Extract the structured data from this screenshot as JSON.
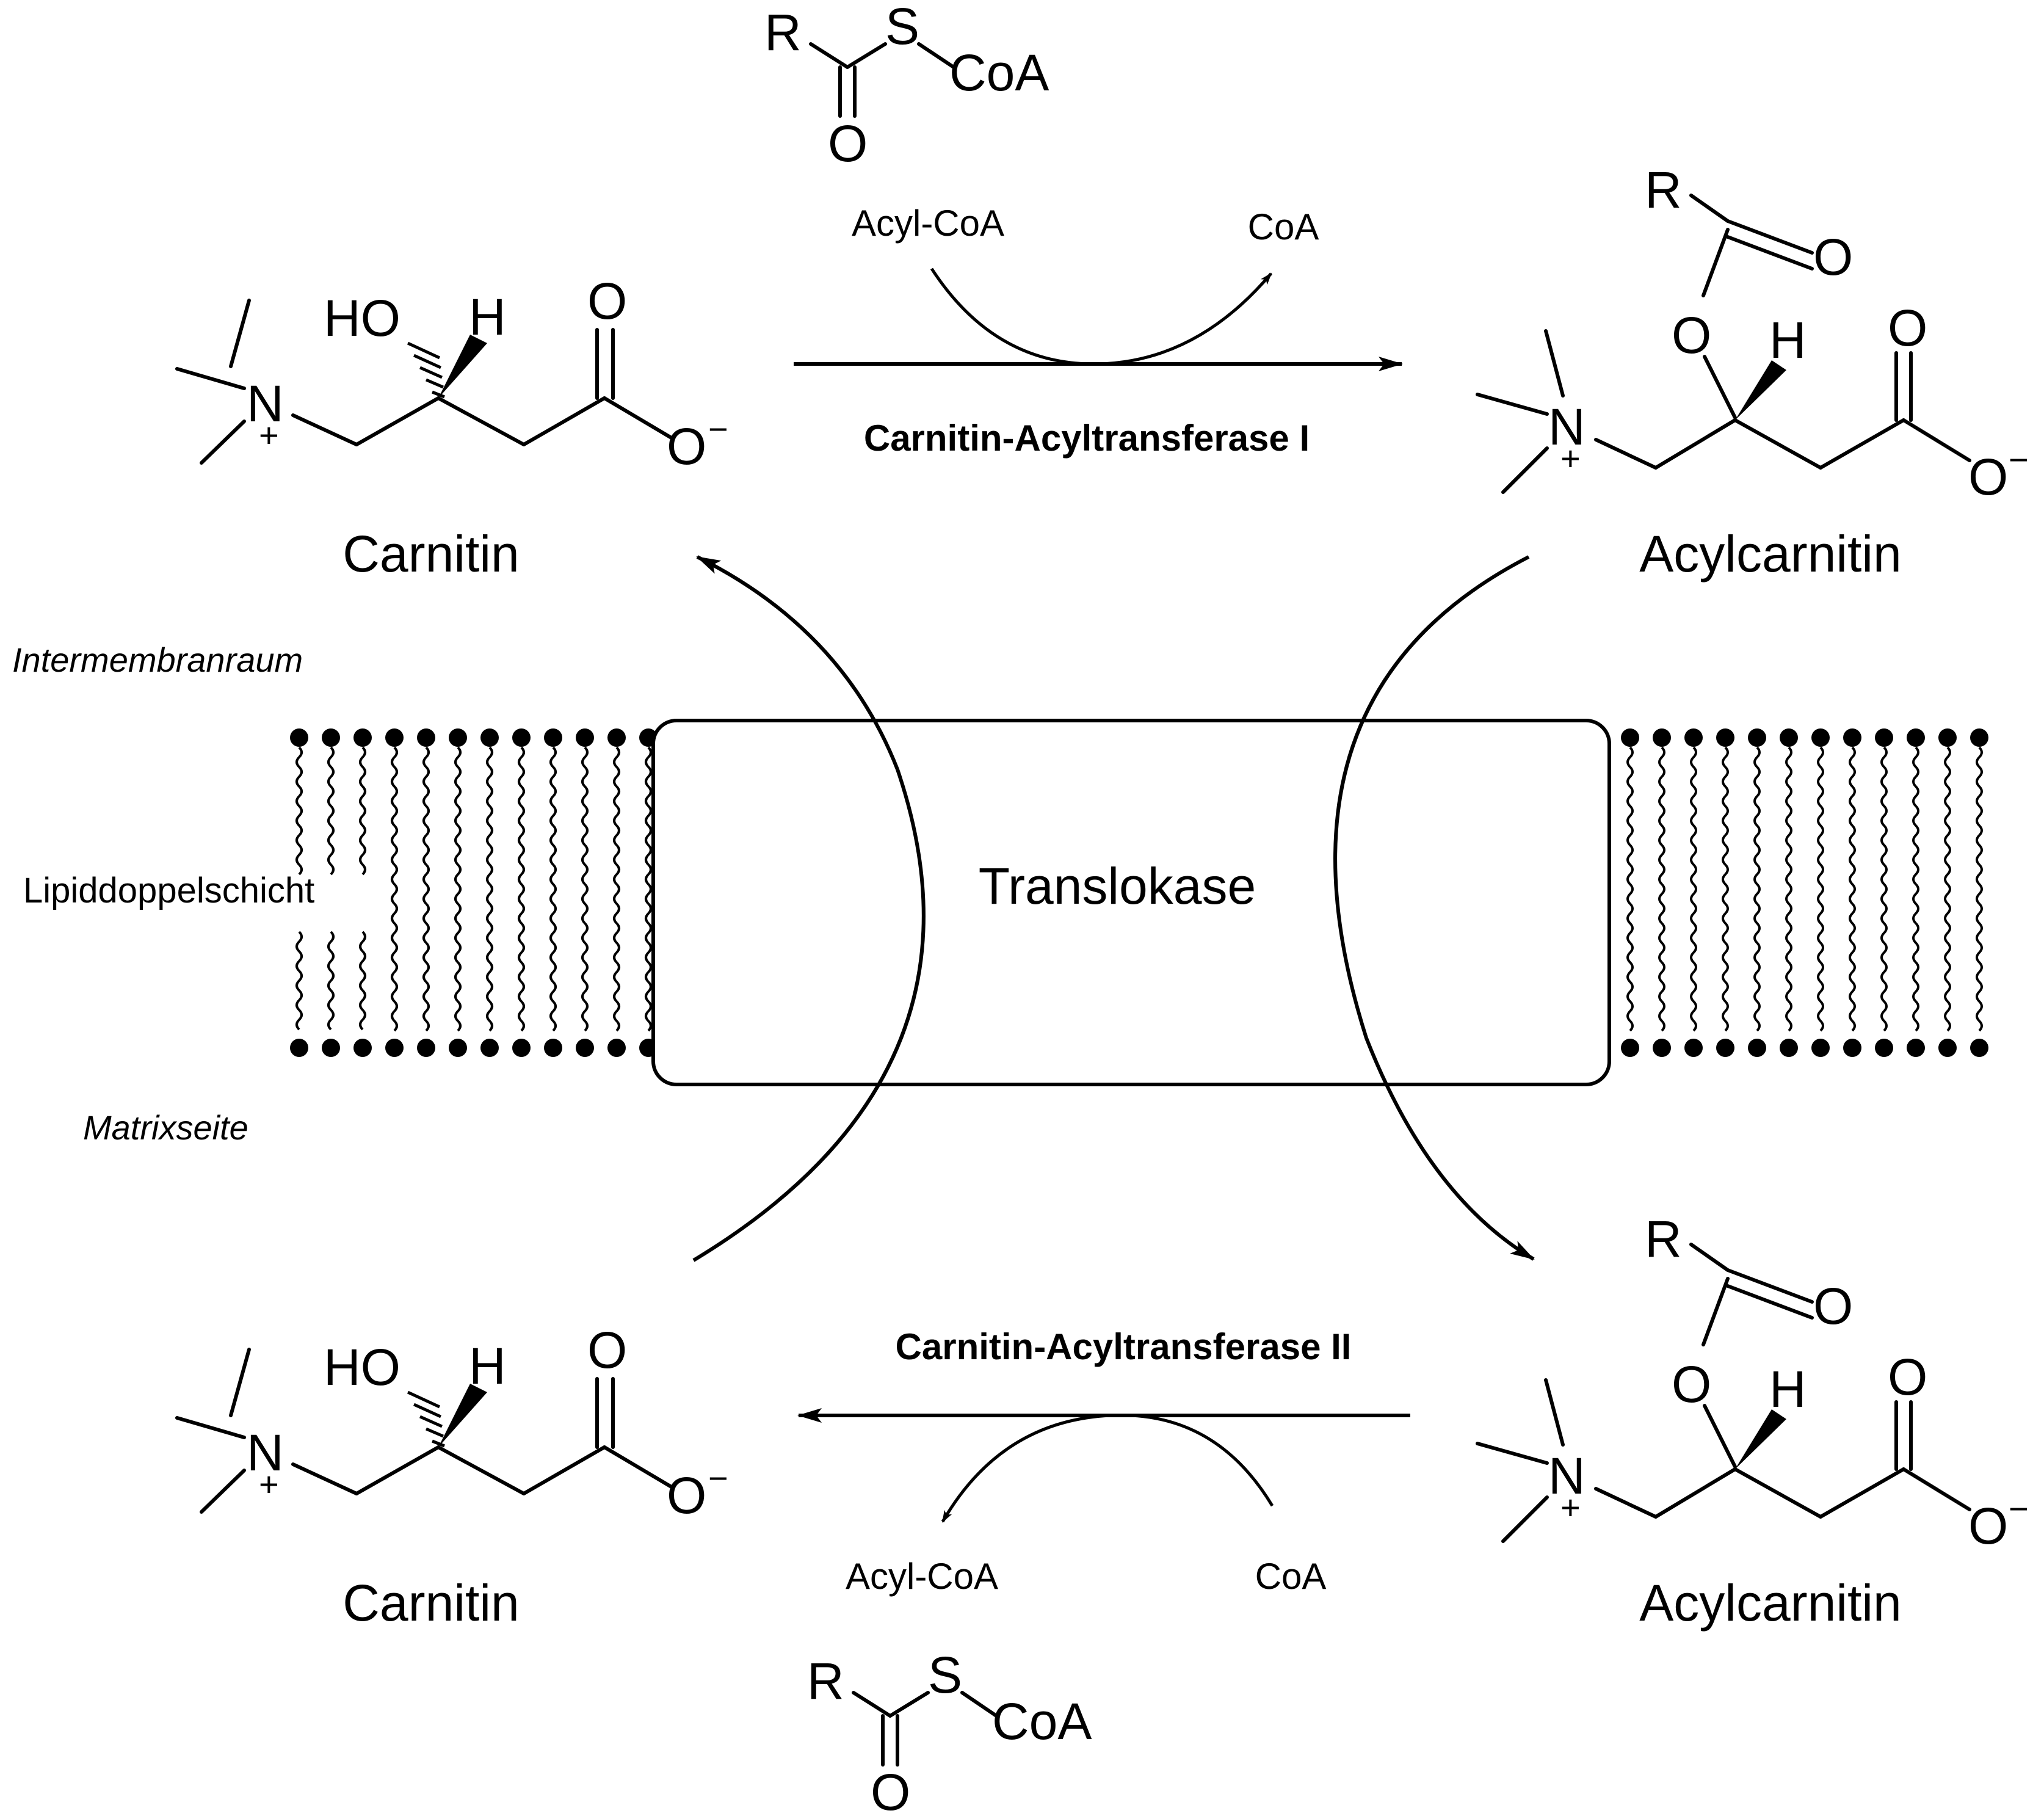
{
  "molecules": {
    "top_left_name": "Carnitin",
    "top_right_name": "Acylcarnitin",
    "bottom_left_name": "Carnitin",
    "bottom_right_name": "Acylcarnitin"
  },
  "atoms": {
    "hydroxyl": "HO",
    "hydrogen": "H",
    "oxygen": "O",
    "carboxylate_oxygen": "O",
    "negative_charge": "−",
    "nitrogen": "N",
    "positive_charge": "+",
    "acyl_r": "R",
    "sulfur": "S",
    "coa_group": "CoA"
  },
  "reactions": {
    "top_enzyme": "Carnitin-Acyltransferase I",
    "top_substrate": "Acyl-CoA",
    "top_product": "CoA",
    "bottom_enzyme": "Carnitin-Acyltransferase II",
    "bottom_substrate": "CoA",
    "bottom_product": "Acyl-CoA"
  },
  "membrane": {
    "outer_label": "Intermembranraum",
    "bilayer_label": "Lipiddoppelschicht",
    "inner_label": "Matrixseite",
    "transporter_label": "Translokase"
  }
}
